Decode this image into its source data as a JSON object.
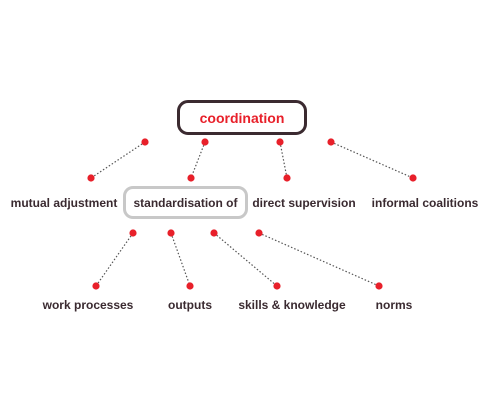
{
  "diagram": {
    "root": {
      "label": "coordination"
    },
    "mechanisms": [
      {
        "label": "mutual adjustment"
      },
      {
        "label": "standardisation of"
      },
      {
        "label": "direct supervision"
      },
      {
        "label": "informal coalitions"
      }
    ],
    "standardisation_items": [
      {
        "label": "work processes"
      },
      {
        "label": "outputs"
      },
      {
        "label": "skills & knowledge"
      },
      {
        "label": "norms"
      }
    ]
  },
  "colors": {
    "dot": "#e8202a",
    "root_text": "#e8202a",
    "root_border": "#3b2a30",
    "highlight_border": "#c8c8c8",
    "label_text": "#3a2a30",
    "connector": "#555555"
  }
}
